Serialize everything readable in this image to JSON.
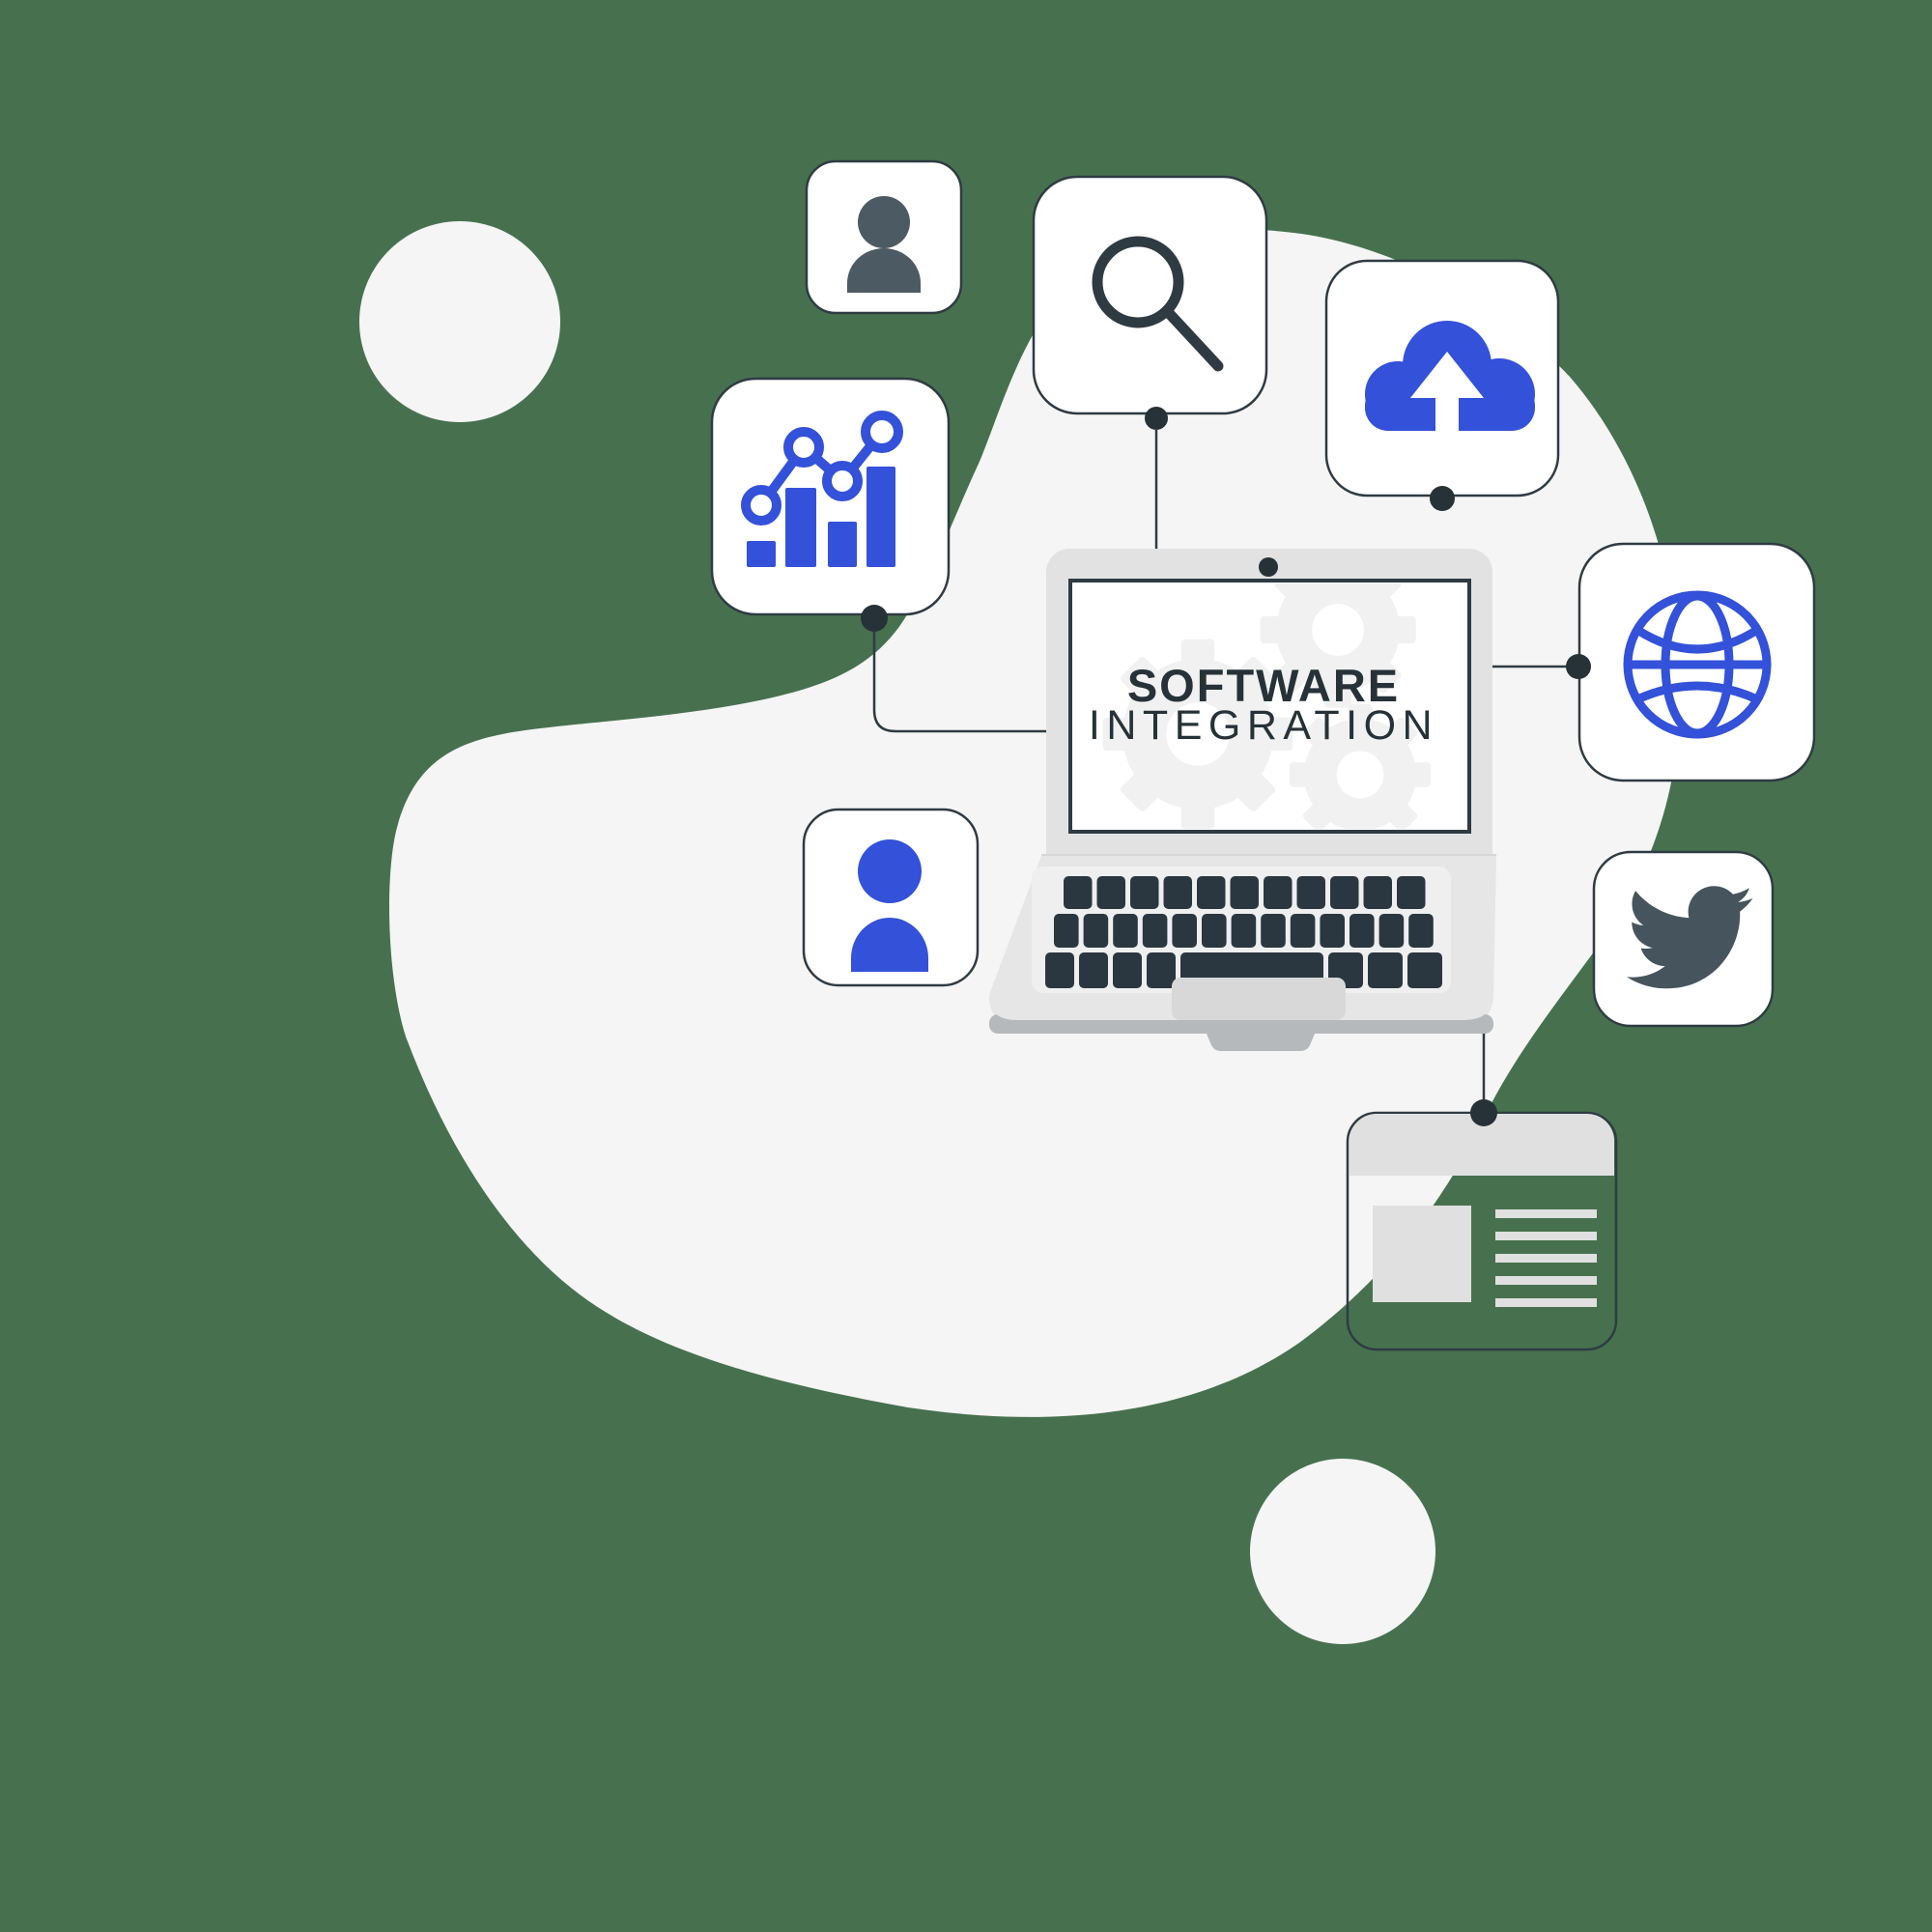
{
  "screen": {
    "title_line1": "SOFTWARE",
    "title_line2": "INTEGRATION"
  },
  "colors": {
    "background": "#47714E",
    "blob": "#F5F5F5",
    "white": "#FFFFFF",
    "accent_blue": "#3351D9",
    "dark": "#263238",
    "card_outline": "#2F3B43",
    "slate": "#4C5A63",
    "twitter": "#46545D",
    "gear_gray": "#F1F1F1",
    "news_gray": "#E0E0E0",
    "laptop_body": "#E2E2E2",
    "laptop_base": "#E6E6E6",
    "laptop_deck": "#EFEFEF",
    "laptop_strip": "#B6B9BB",
    "hinge": "#D4D6D7",
    "key": "#2B3740",
    "trackpad": "#D8D8D8"
  },
  "cards": [
    {
      "id": "user-gray",
      "icon": "person-icon"
    },
    {
      "id": "search",
      "icon": "search-icon"
    },
    {
      "id": "cloud",
      "icon": "cloud-upload-icon"
    },
    {
      "id": "analytics",
      "icon": "bar-chart-icon"
    },
    {
      "id": "globe",
      "icon": "globe-icon"
    },
    {
      "id": "user-blue",
      "icon": "person-icon"
    },
    {
      "id": "twitter",
      "icon": "twitter-bird-icon"
    },
    {
      "id": "news",
      "icon": "news-article-icon"
    }
  ]
}
